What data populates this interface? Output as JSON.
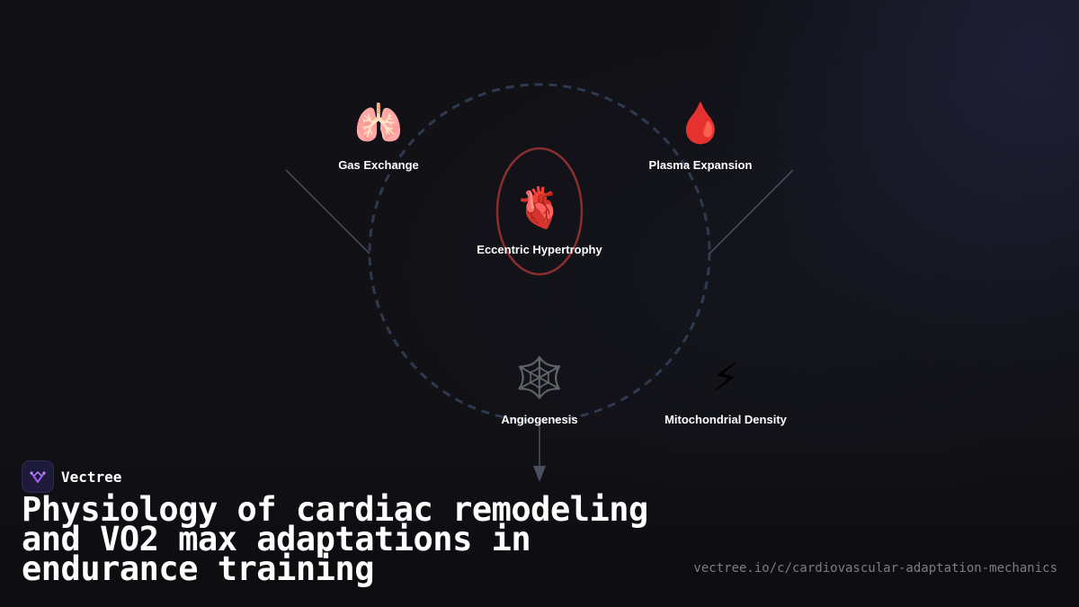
{
  "diagram": {
    "nodes": [
      {
        "id": "gas",
        "icon": "lungs-icon",
        "emoji": "🫁",
        "label": "Gas Exchange"
      },
      {
        "id": "plasma",
        "icon": "blood-drop-icon",
        "emoji": "🩸",
        "label": "Plasma Expansion"
      },
      {
        "id": "heart",
        "icon": "anatomical-heart-icon",
        "emoji": "🫀",
        "label": "Eccentric Hypertrophy"
      },
      {
        "id": "angio",
        "icon": "web-icon",
        "emoji": "🕸️",
        "label": "Angiogenesis"
      },
      {
        "id": "mito",
        "icon": "lightning-icon",
        "emoji": "⚡",
        "label": "Mitochondrial Density"
      }
    ],
    "colors": {
      "cycle_stroke": "#2f3a52",
      "heart_ring": "#8a2e2e",
      "connector": "#4a5060",
      "arrow": "#4a5060"
    }
  },
  "brand": {
    "name": "Vectree",
    "logo_icon": "vectree-logo-icon",
    "logo_color": "#9b5cf6"
  },
  "title": "Physiology of cardiac remodeling and VO2 max adaptations in endurance training",
  "url": "vectree.io/c/cardiovascular-adaptation-mechanics"
}
